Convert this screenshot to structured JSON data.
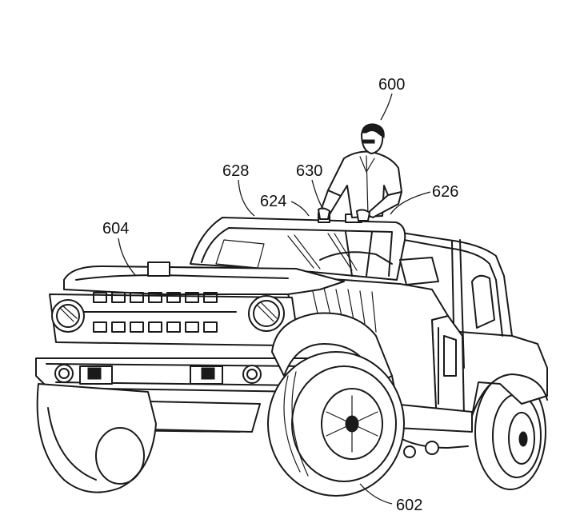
{
  "figure": {
    "labels": {
      "person": "600",
      "tire": "602",
      "hood": "604",
      "windshield_frame": "624",
      "rear_handle": "626",
      "roof_rail": "628",
      "handle": "630"
    }
  }
}
